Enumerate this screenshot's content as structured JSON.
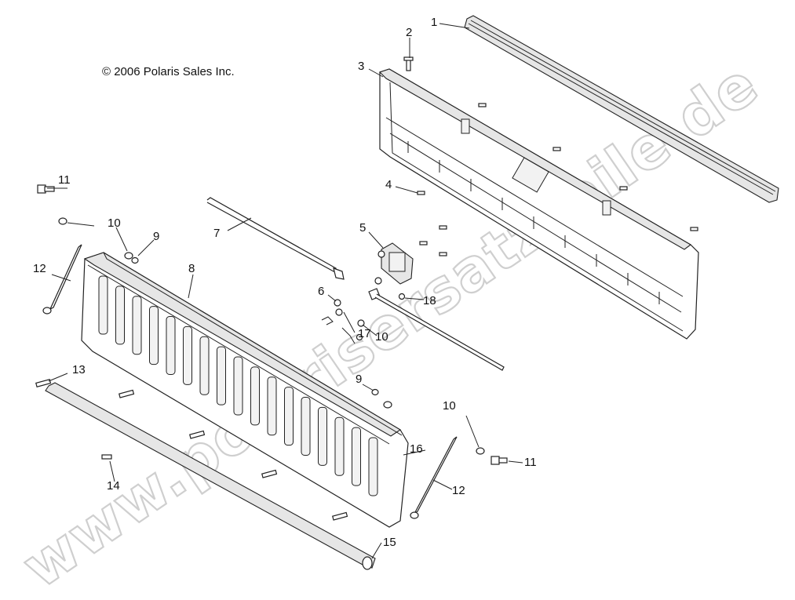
{
  "copyright": "© 2006 Polaris Sales Inc.",
  "watermark": "www.polarisersatzteile.de",
  "callouts": [
    "1",
    "2",
    "3",
    "4",
    "5",
    "6",
    "7",
    "8",
    "9",
    "10",
    "10",
    "10",
    "11",
    "11",
    "12",
    "12",
    "13",
    "14",
    "15",
    "16",
    "17",
    "18",
    "9"
  ]
}
